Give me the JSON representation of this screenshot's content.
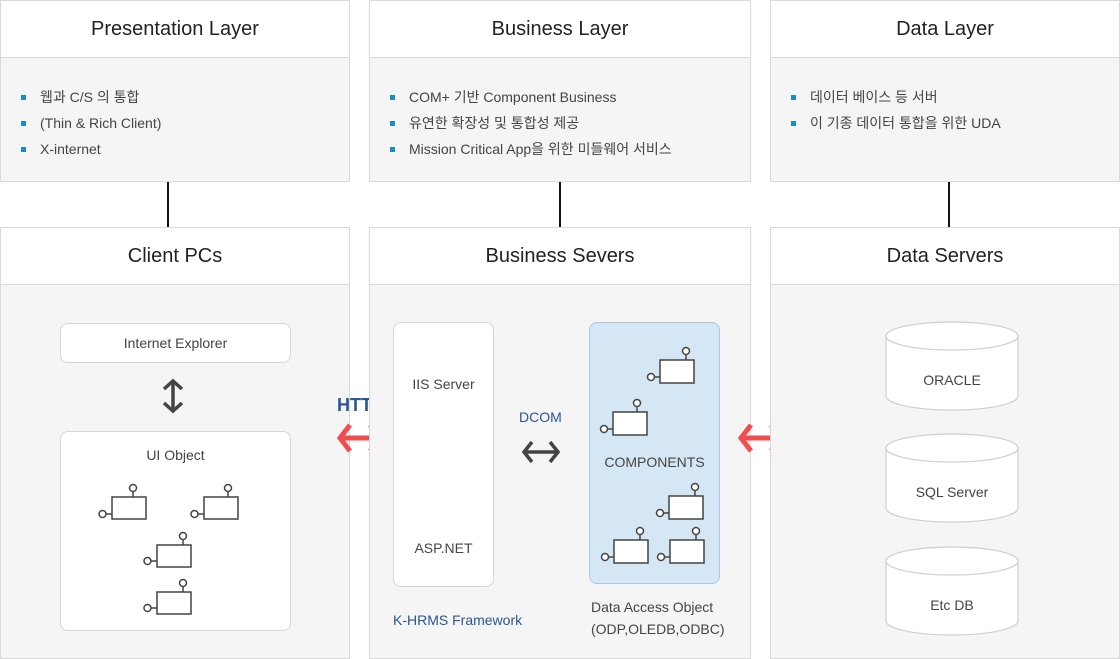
{
  "top_layers": [
    {
      "title": "Presentation Layer",
      "bullets": [
        "웹과 C/S 의 통합",
        "(Thin & Rich Client)",
        "X-internet"
      ]
    },
    {
      "title": "Business Layer",
      "bullets": [
        "COM+ 기반 Component Business",
        "유연한 확장성 및 통합성 제공",
        "Mission Critical App을 위한 미들웨어 서비스"
      ]
    },
    {
      "title": "Data Layer",
      "bullets": [
        "데이터 베이스 등 서버",
        "이 기종 데이터 통합을 위한 UDA"
      ]
    }
  ],
  "client": {
    "title": "Client PCs",
    "browser": "Internet Explorer",
    "ui_object": "UI Object"
  },
  "business": {
    "title": "Business Severs",
    "iis": "IIS Server",
    "aspnet": "ASP.NET",
    "framework": "K-HRMS Framework",
    "dcom": "DCOM",
    "components": "COMPONENTS",
    "dao_line1": "Data Access Object",
    "dao_line2": "(ODP,OLEDB,ODBC)"
  },
  "data": {
    "title": "Data Servers",
    "dbs": [
      "ORACLE",
      "SQL Server",
      "Etc DB"
    ]
  },
  "http_label": "HTTP",
  "colors": {
    "accent_blue": "#2a5596",
    "bullet_blue": "#1a8cc7",
    "arrow_red": "#f04e4e",
    "component_fill": "#d5e7f5"
  }
}
